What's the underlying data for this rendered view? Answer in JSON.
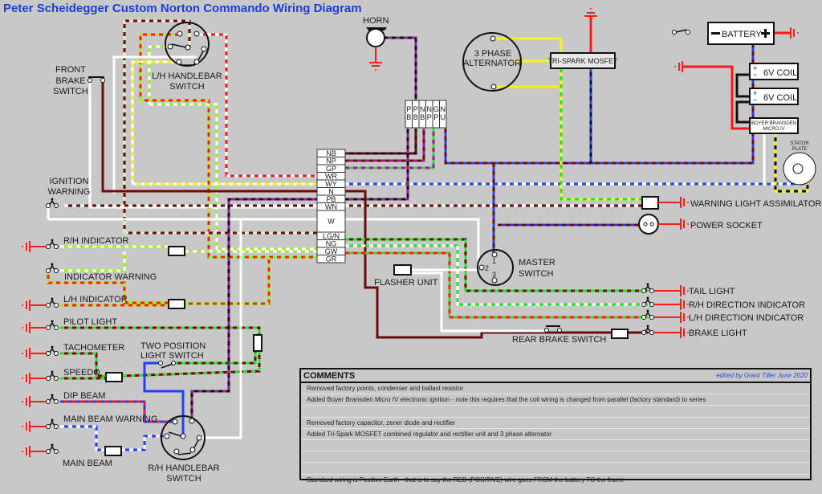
{
  "title": "Peter Scheidegger Custom Norton Commando Wiring Diagram",
  "components": {
    "horn": "HORN",
    "alternator": [
      "3 PHASE",
      "ALTERNATOR"
    ],
    "mosfet": "TRI-SPARK MOSFET",
    "battery": "BATTERY",
    "coil1": "6V COIL",
    "coil2": "6V COIL",
    "boyer": [
      "BOYER BRANSDEN",
      "MICRO IV"
    ],
    "stator": [
      "STATOR",
      "PLATE"
    ],
    "front_brake": [
      "FRONT",
      "BRAKE",
      "SWITCH"
    ],
    "lh_switch": [
      "L/H HANDLEBAR",
      "SWITCH"
    ],
    "rh_switch": [
      "R/H HANDLEBAR",
      "SWITCH"
    ],
    "ignition_warning": [
      "IGNITION",
      "WARNING"
    ],
    "two_position": [
      "TWO POSITION",
      "LIGHT SWITCH"
    ],
    "flasher": "FLASHER UNIT",
    "master": [
      "MASTER",
      "SWITCH"
    ],
    "master_pins": [
      "1",
      "2",
      "3"
    ],
    "rear_brake": "REAR BRAKE SWITCH",
    "warning_assim": "WARNING LIGHT ASSIMILATOR",
    "power_socket": "POWER SOCKET"
  },
  "left_lamps": [
    "R/H INDICATOR",
    "INDICATOR WARNING",
    "L/H INDICATOR",
    "PILOT LIGHT",
    "TACHOMETER",
    "SPEEDO",
    "DIP BEAM",
    "MAIN BEAM WARNING",
    "MAIN BEAM"
  ],
  "right_lamps": [
    "TAIL LIGHT",
    "R/H DIRECTION INDICATOR",
    "L/H DIRECTION INDICATOR",
    "BRAKE LIGHT"
  ],
  "top_connector": [
    [
      "P",
      "B"
    ],
    [
      "P",
      "B"
    ],
    [
      "N",
      "B"
    ],
    [
      "N",
      "P"
    ],
    [
      "G",
      "P"
    ],
    [
      "N",
      "U"
    ]
  ],
  "harness_connector": [
    "NB",
    "NP",
    "GP",
    "WR",
    "WY",
    "N",
    "PB",
    "WN",
    "W",
    "LG/N",
    "NG",
    "GW",
    "GR"
  ],
  "comments": {
    "heading": "COMMENTS",
    "edited_by": "edited by Grant Tiller June 2020",
    "rows": [
      "Removed factory points, condenser and ballast resistor",
      "Added Boyer Bransden Micro IV electronic ignition - note this requires that the coil wiring is changed from parallel (factory standard) to series",
      "",
      "Removed factory capacitor, zener diode and rectifier",
      "Added Tri-Spark MOSFET combined regulator and rectifier unit and 3 phase alternator",
      "",
      "",
      "",
      "Standard wiring is Positive Earth - that is to say the RED (POSITIVE) wire goes FROM the battery TO the frame"
    ]
  },
  "wire_colors": {
    "red": "#ff1a1a",
    "brown": "#6b0a0a",
    "green": "#22e622",
    "lightgreen": "#9cf51a",
    "yellow": "#f5f51a",
    "blue": "#2040ff",
    "purple": "#9a1aa0",
    "white": "#ffffff",
    "black": "#111111",
    "palegreen": "#d8f0c8"
  }
}
